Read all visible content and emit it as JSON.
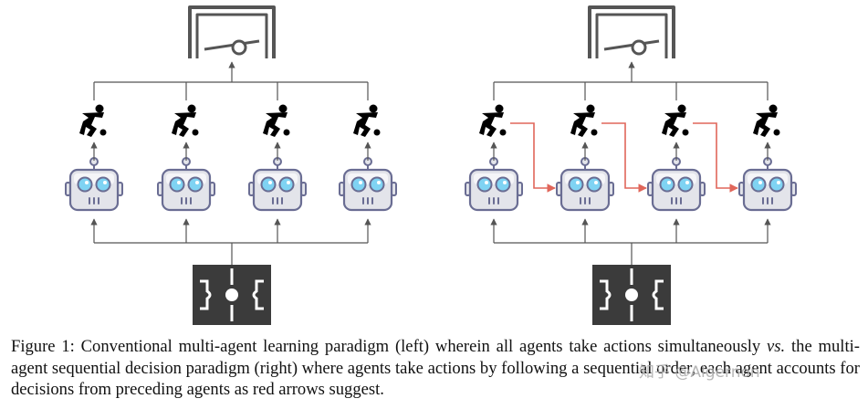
{
  "figure": {
    "caption": {
      "label": "Figure 1:",
      "text_before": " Conventional multi-agent learning paradigm (left) wherein all agents take actions simultaneously ",
      "vs": "vs.",
      "text_after": " the multi-agent sequential decision paradigm (right) where agents take actions by following a sequential order, each agent accounts for decisions from preceding agents as red arrows suggest."
    },
    "watermark": "知乎 @Algernon",
    "panels": [
      {
        "name": "conventional",
        "agents": 4,
        "sequential": false
      },
      {
        "name": "sequential",
        "agents": 4,
        "sequential": true
      }
    ],
    "icons": {
      "goal": "soccer-goal-icon",
      "player": "soccer-player-icon",
      "agent": "robot-icon",
      "field": "soccer-field-icon"
    },
    "colors": {
      "line": "#555555",
      "red_arrow": "#e0665a",
      "robot_fill": "#e3e4ea",
      "robot_stroke": "#6a6d93",
      "robot_eye": "#7fd3f3",
      "field_fill": "#3b3b3b",
      "goal_stroke": "#555555"
    }
  }
}
